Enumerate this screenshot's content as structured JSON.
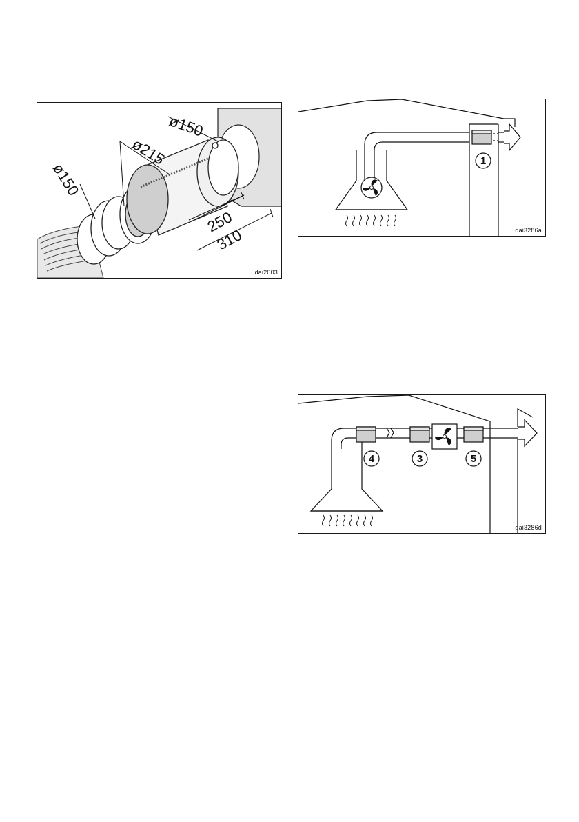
{
  "figures": {
    "filter": {
      "code": "dai2003",
      "dimensions": {
        "inlet_diameter": "ø150",
        "outlet_diameter": "ø150",
        "body_diameter": "ø215",
        "body_length": "250",
        "overall_length": "310"
      }
    },
    "single": {
      "code": "dai3286a",
      "labels": {
        "item_1": "1"
      }
    },
    "inline": {
      "code": "dai3286d",
      "labels": {
        "item_4": "4",
        "item_3": "3",
        "item_5": "5"
      }
    }
  }
}
